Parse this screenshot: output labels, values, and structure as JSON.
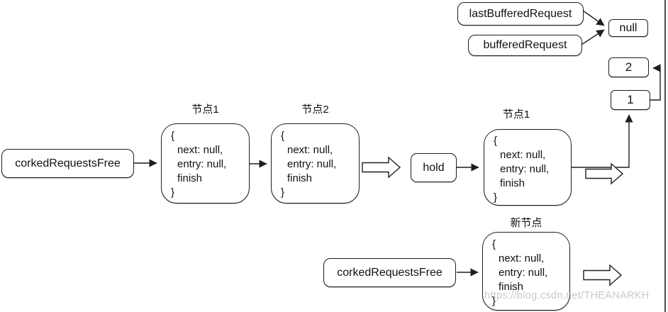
{
  "diagram": {
    "background": "#ffffff",
    "stroke_color": "#1f1f1f",
    "watermark": {
      "text": "https://blog.csdn.net/THEANARKH",
      "color": "#c9c9c9"
    },
    "boxes": {
      "last_buffered_request": "lastBufferedRequest",
      "buffered_request": "bufferedRequest",
      "null_box": "null",
      "count_2": "2",
      "count_1": "1",
      "corked_requests_free_top": "corkedRequestsFree",
      "hold": "hold",
      "corked_requests_free_bottom": "corkedRequestsFree"
    },
    "node_titles": {
      "node1": "节点1",
      "node2": "节点2",
      "node3": "节点1",
      "node4": "新节点"
    },
    "node_lines": [
      "{",
      "next: null,",
      "entry: null,",
      "finish",
      "}"
    ]
  }
}
